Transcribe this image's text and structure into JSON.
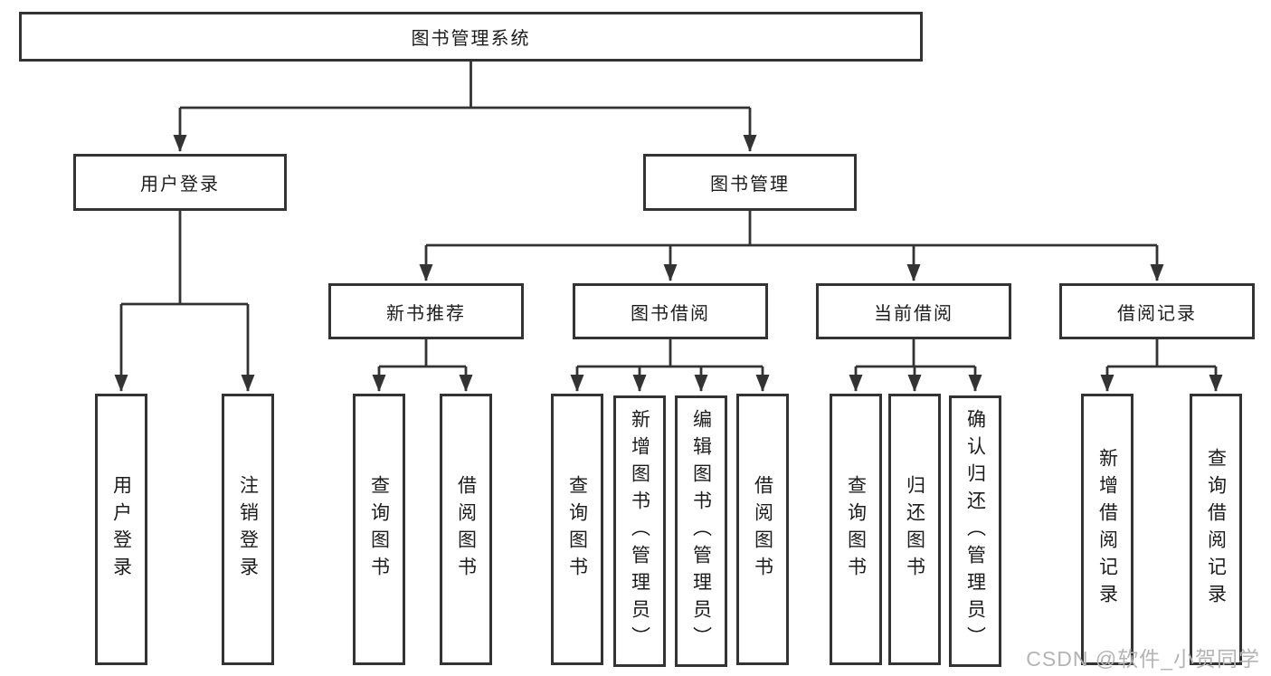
{
  "diagram": {
    "nodes": {
      "root": "图书管理系统",
      "user_login": "用户登录",
      "book_mgmt": "图书管理",
      "new_book_rec": "新书推荐",
      "book_borrow": "图书借阅",
      "current_borrow": "当前借阅",
      "borrow_records": "借阅记录",
      "ul_user_login": "用户登录",
      "ul_logout": "注销登录",
      "nbr_query_books": "查询图书",
      "nbr_borrow_books": "借阅图书",
      "bb_query_books": "查询图书",
      "bb_add_books_admin": "新增图书（管理员）",
      "bb_edit_books_admin": "编辑图书（管理员）",
      "bb_borrow_books": "借阅图书",
      "cb_query_books": "查询图书",
      "cb_return_books": "归还图书",
      "cb_confirm_return_admin": "确认归还（管理员）",
      "br_add_record": "新增借阅记录",
      "br_query_record": "查询借阅记录"
    }
  },
  "watermark": "CSDN @软件_小贺同学",
  "colors": {
    "line": "#333333",
    "text": "#1c1c1c",
    "box_bg": "#ffffff",
    "watermark": "#b4b4b4",
    "background": "#ffffff"
  }
}
